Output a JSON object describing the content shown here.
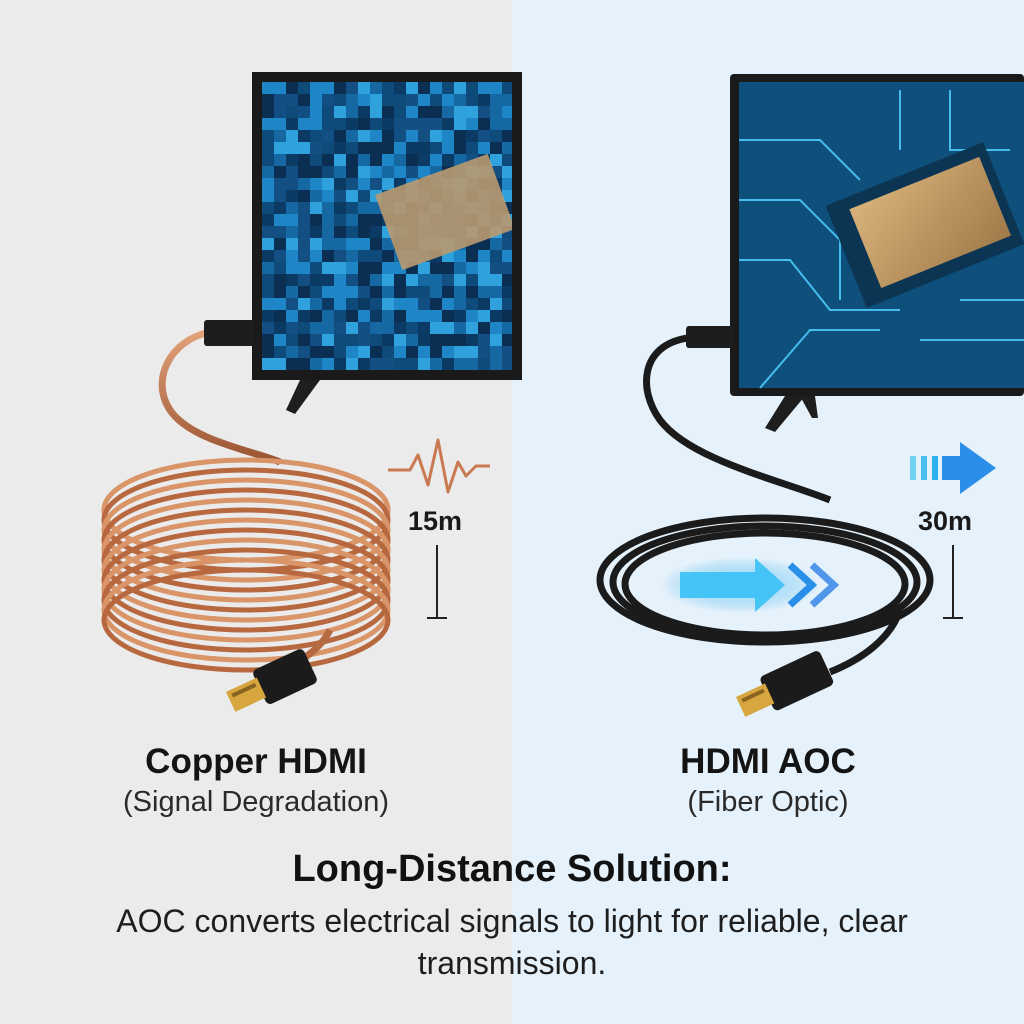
{
  "left": {
    "length": "15m",
    "title": "Copper HDMI",
    "subtitle": "(Signal Degradation)"
  },
  "right": {
    "length": "30m",
    "title": "HDMI AOC",
    "subtitle": "(Fiber Optic)"
  },
  "footer": {
    "headline": "Long-Distance Solution:",
    "body": "AOC converts electrical signals to light for reliable, clear transmission."
  },
  "colors": {
    "copper": "#c47a4f",
    "accent_blue": "#2aa7e8",
    "screen_blue": "#0f5a86",
    "fiber_cable": "#1b1b1b"
  },
  "icons": [
    "signal-wave-icon",
    "arrow-right-icon",
    "light-arrow-icon"
  ]
}
